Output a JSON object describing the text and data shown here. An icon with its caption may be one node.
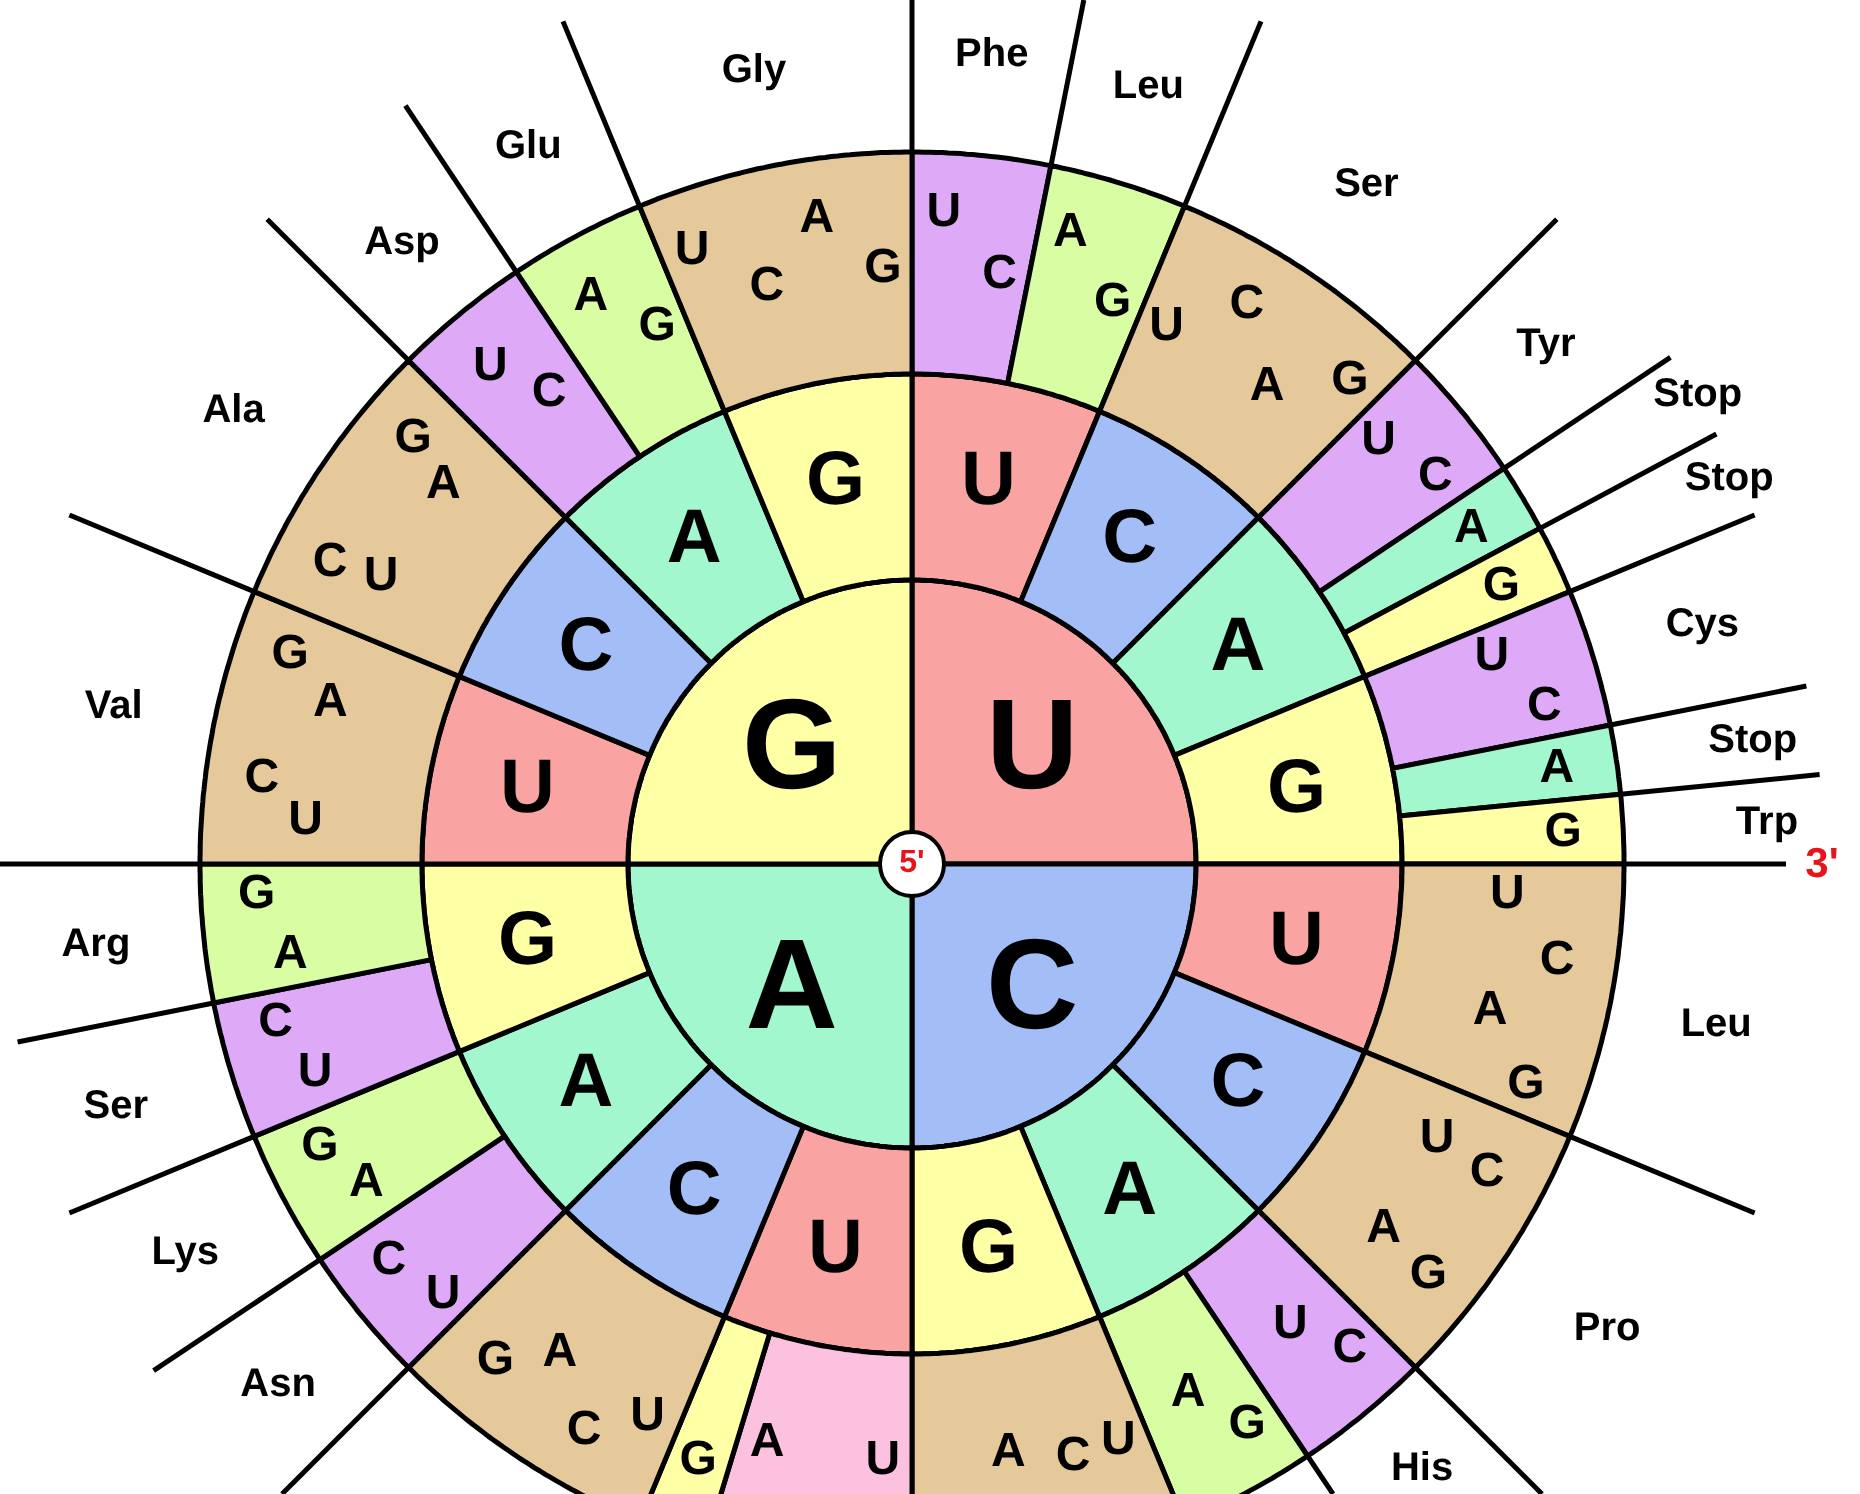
{
  "diagram": {
    "nodes": [
      {
        "text": [
          "5'"
        ]
      },
      {
        "text": [
          "U"
        ]
      },
      {
        "text": [
          "C"
        ]
      },
      {
        "text": [
          "A"
        ]
      },
      {
        "text": [
          "G"
        ]
      },
      {
        "text": [
          "U"
        ]
      },
      {
        "text": [
          "C"
        ]
      },
      {
        "text": [
          "A"
        ]
      },
      {
        "text": [
          "G"
        ]
      },
      {
        "text": [
          "U"
        ]
      },
      {
        "text": [
          "C"
        ]
      },
      {
        "text": [
          "A"
        ]
      },
      {
        "text": [
          "G"
        ]
      },
      {
        "text": [
          "U"
        ]
      },
      {
        "text": [
          "C"
        ]
      },
      {
        "text": [
          "A"
        ]
      },
      {
        "text": [
          "G"
        ]
      },
      {
        "text": [
          "U"
        ]
      },
      {
        "text": [
          "C"
        ]
      },
      {
        "text": [
          "A"
        ]
      },
      {
        "text": [
          "G"
        ]
      },
      {
        "text": [
          "U",
          "C"
        ],
        "beside": [
          "Phe"
        ]
      },
      {
        "text": [
          "A",
          "G"
        ],
        "beside": [
          "Leu"
        ]
      },
      {
        "text": [
          "U",
          "C",
          "A",
          "G"
        ],
        "beside": [
          "Ser"
        ]
      },
      {
        "text": [
          "U",
          "C"
        ],
        "beside": [
          "Tyr"
        ]
      },
      {
        "text": [
          "A"
        ],
        "beside": [
          "Stop"
        ]
      },
      {
        "text": [
          "G"
        ],
        "beside": [
          "Stop"
        ]
      },
      {
        "text": [
          "U",
          "C"
        ],
        "beside": [
          "Cys"
        ]
      },
      {
        "text": [
          "A"
        ],
        "beside": [
          "Stop"
        ]
      },
      {
        "text": [
          "G"
        ],
        "beside": [
          "Trp"
        ]
      },
      {
        "text": [
          "U",
          "C",
          "A",
          "G"
        ],
        "beside": [
          "Leu"
        ]
      },
      {
        "text": [
          "U",
          "C",
          "A",
          "G"
        ],
        "beside": [
          "Pro"
        ]
      },
      {
        "text": [
          "U",
          "C"
        ],
        "beside": [
          "His"
        ]
      },
      {
        "text": [
          "A",
          "G"
        ]
      },
      {
        "text": [
          "A",
          "C",
          "U"
        ]
      },
      {
        "text": [
          "A",
          "U"
        ]
      },
      {
        "text": [
          "G"
        ]
      },
      {
        "text": [
          "G",
          "A",
          "C",
          "U"
        ]
      },
      {
        "text": [
          "C",
          "U"
        ],
        "beside": [
          "Asn"
        ]
      },
      {
        "text": [
          "G",
          "A"
        ],
        "beside": [
          "Lys"
        ]
      },
      {
        "text": [
          "C",
          "U"
        ],
        "beside": [
          "Ser"
        ]
      },
      {
        "text": [
          "G",
          "A"
        ],
        "beside": [
          "Arg"
        ]
      },
      {
        "text": [
          "G",
          "A",
          "C",
          "U"
        ],
        "beside": [
          "Val"
        ]
      },
      {
        "text": [
          "G",
          "A",
          "C",
          "U"
        ],
        "beside": [
          "Ala"
        ]
      },
      {
        "text": [
          "U",
          "C"
        ],
        "beside": [
          "Asp"
        ]
      },
      {
        "text": [
          "A",
          "G"
        ],
        "beside": [
          "Glu"
        ]
      },
      {
        "text": [
          "U",
          "C",
          "A",
          "G"
        ],
        "beside": [
          "Gly"
        ]
      }
    ],
    "labels": [
      "3'"
    ]
  }
}
